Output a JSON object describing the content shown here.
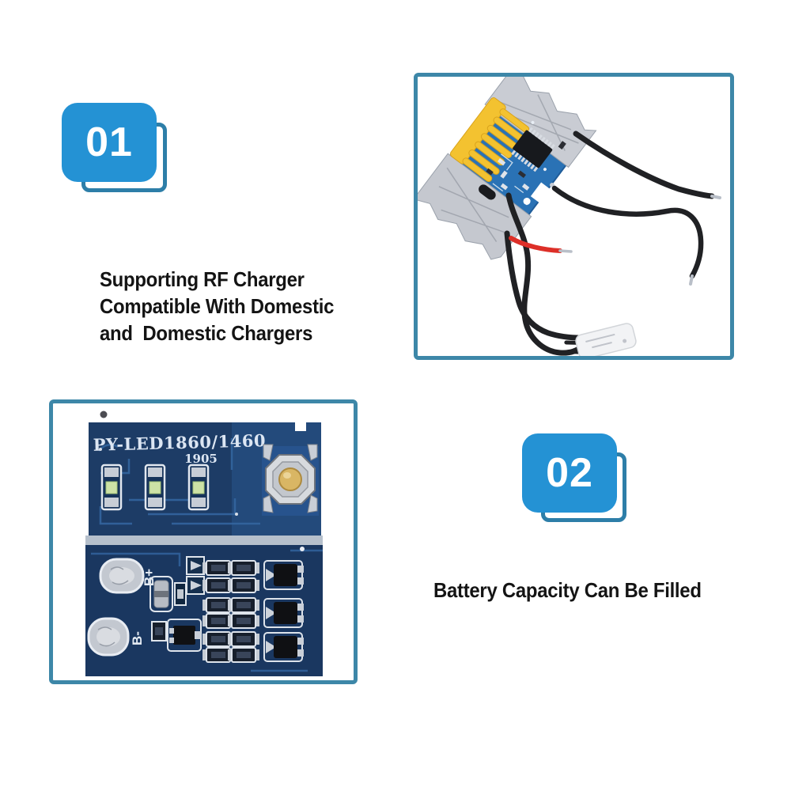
{
  "features": [
    {
      "badge": "01",
      "caption": "Supporting RF Charger\nCompatible With Domestic\nand  Domestic Chargers"
    },
    {
      "badge": "02",
      "caption": "Battery Capacity Can Be Filled"
    }
  ],
  "photos": {
    "led_board": {
      "silkscreen_title": "PY-LED1860/1460",
      "silkscreen_year": "1905",
      "pad_positive": "B+",
      "pad_negative": "B-"
    }
  },
  "colors": {
    "badge_blue": "#2492d4",
    "badge_outline_teal": "#2d7ea8",
    "frame_border_teal": "#3d87a8",
    "caption_text": "#141414",
    "pcb_navy": "#1d3c66",
    "pcb_bright_blue": "#2a72b5",
    "connector_yellow": "#f3c230",
    "wire_black": "#202124",
    "wire_red": "#dd2f28"
  }
}
